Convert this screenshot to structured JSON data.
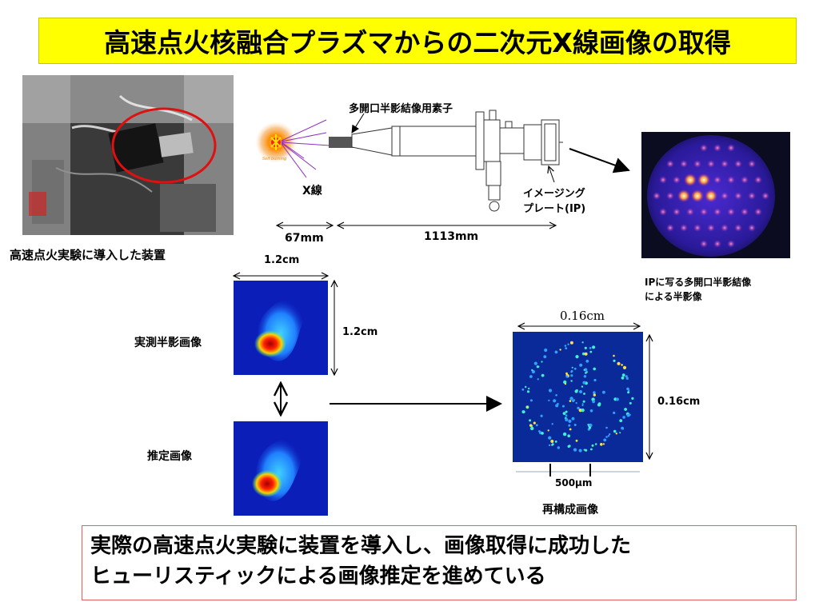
{
  "title": "高速点火核融合プラズマからの二次元X線画像の取得",
  "photo": {
    "caption": "高速点火実験に導入した装置"
  },
  "setup": {
    "mask_label": "多開口半影結像用素子",
    "plasma_tag": "Self burning",
    "xray_label": "X線",
    "ip_label_line1": "イメージング",
    "ip_label_line2": "プレート(IP)",
    "dist_short": "67mm",
    "dist_long": "1113mm"
  },
  "ip_image": {
    "caption_line1": "IPに写る多開口半影結像",
    "caption_line2": "による半影像"
  },
  "measured": {
    "width_label": "1.2cm",
    "height_label": "1.2cm",
    "caption": "実測半影画像"
  },
  "estimated": {
    "caption": "推定画像"
  },
  "reconstructed": {
    "width_label": "0.16cm",
    "height_label": "0.16cm",
    "scale_label": "500µm",
    "caption": "再構成画像"
  },
  "summary": {
    "line1": "実際の高速点火実験に装置を導入し、画像取得に成功した",
    "line2": "ヒューリスティックによる画像推定を進めている"
  },
  "colors": {
    "title_bg": "#ffff00",
    "highlight_ring": "#e01010",
    "summary_border": "#e06060",
    "jet_dark": "#0b1fb8",
    "jet_hot": "#e01010",
    "ip_bg": "#2a1a9a"
  }
}
